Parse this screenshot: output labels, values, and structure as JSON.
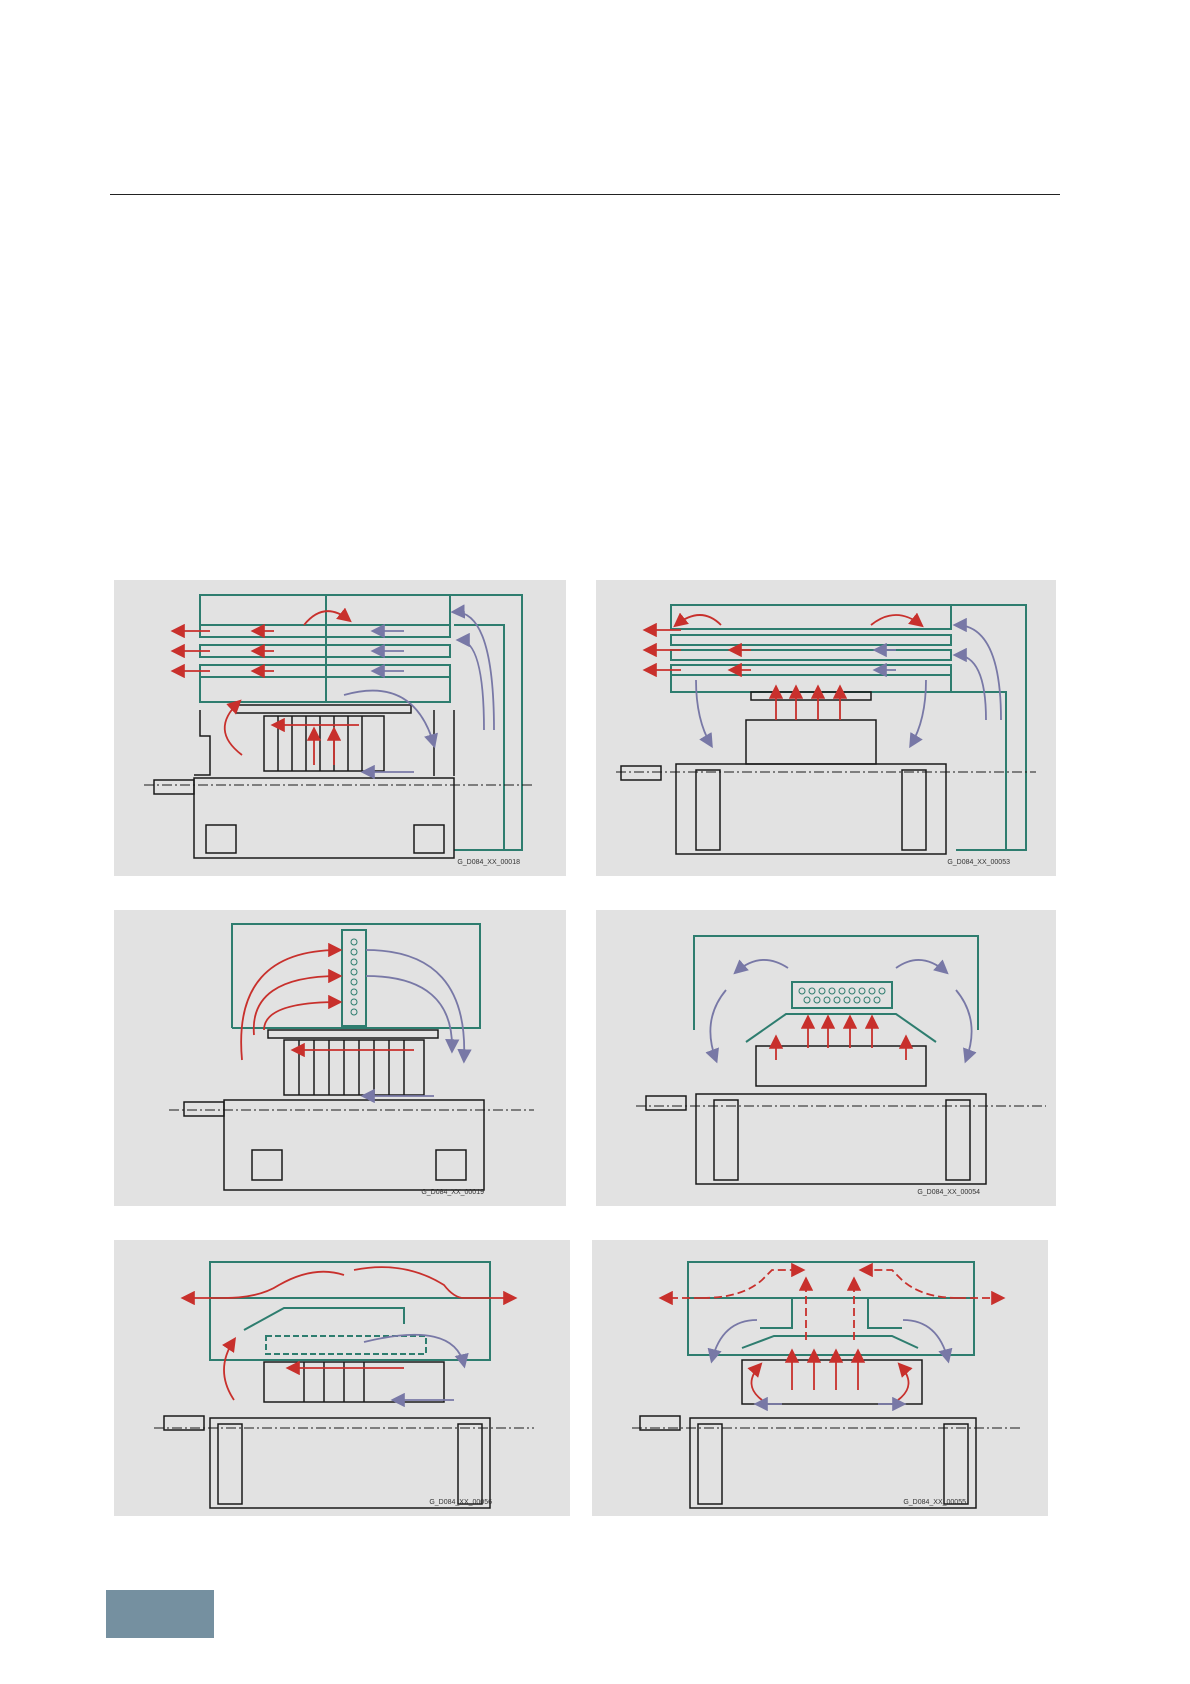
{
  "colors": {
    "panel_bg": "#e2e2e2",
    "housing": "#2e7d6f",
    "machine": "#1a1a1a",
    "hot_air": "#c8302c",
    "cool_air": "#7878a6",
    "page_tab": "#7590a0"
  },
  "figures": [
    {
      "id": "f1",
      "label": "G_D084_XX_00018"
    },
    {
      "id": "f2",
      "label": "G_D084_XX_00053"
    },
    {
      "id": "f3",
      "label": "G_D084_XX_00019"
    },
    {
      "id": "f4",
      "label": "G_D084_XX_00054"
    },
    {
      "id": "f5",
      "label": "G_D084_XX_00056"
    },
    {
      "id": "f6",
      "label": "G_D084_XX_00055"
    }
  ]
}
